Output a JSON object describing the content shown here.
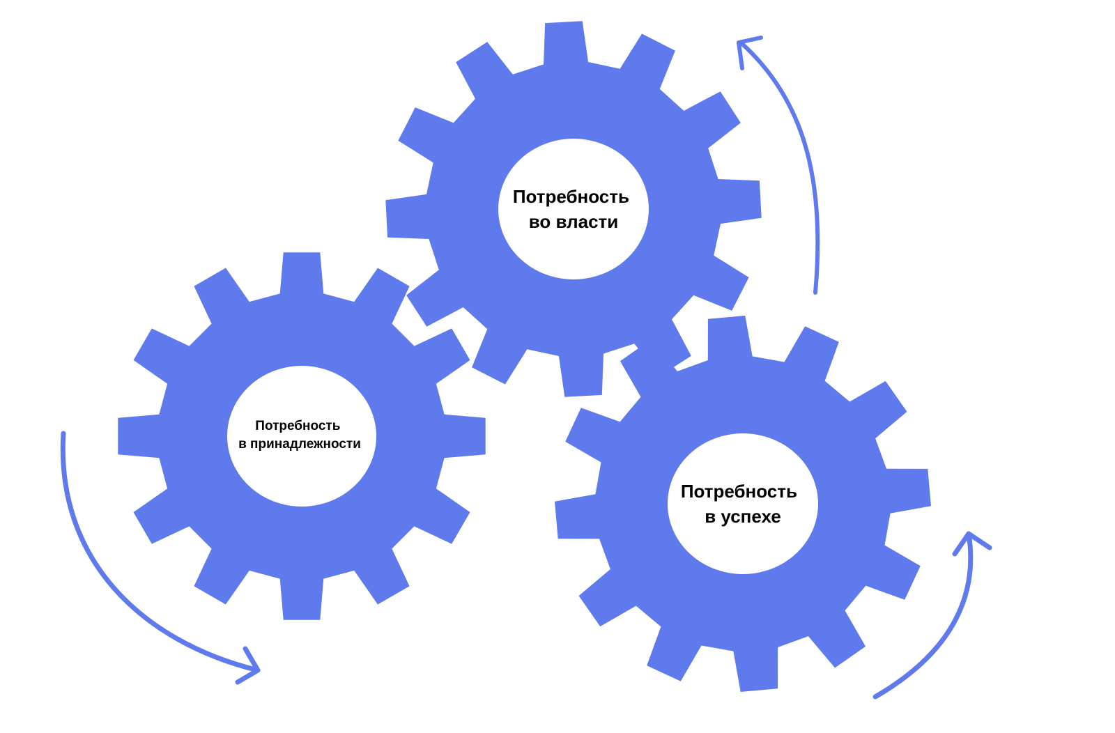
{
  "colors": {
    "gear": "#5f7aed",
    "hub": "#ffffff",
    "arrow": "#5f7aed",
    "text": "#000000"
  },
  "gears": {
    "top": {
      "line1": "Потребность",
      "line2": "во власти"
    },
    "left": {
      "line1": "Потребность",
      "line2": "в принадлежности"
    },
    "right": {
      "line1": "Потребность",
      "line2": "в успехе"
    }
  },
  "arrows": {
    "left": "curved-arrow-icon",
    "top_right": "curved-arrow-icon",
    "bottom_right": "curved-arrow-icon"
  }
}
